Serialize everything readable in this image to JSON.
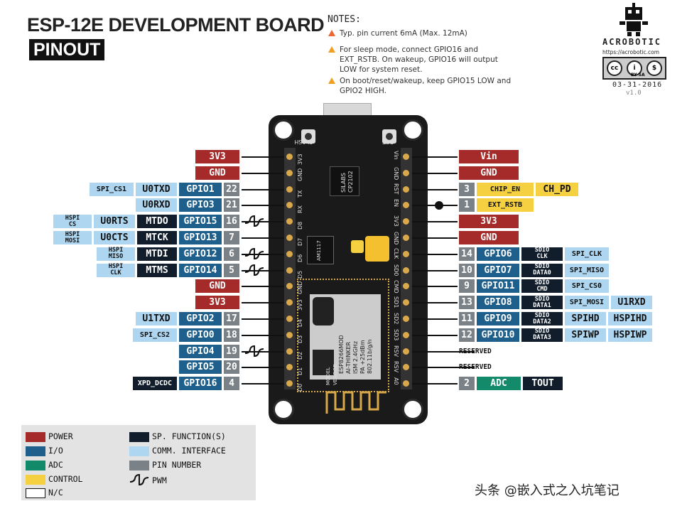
{
  "header": {
    "title": "ESP-12E DEVELOPMENT BOARD",
    "subtitle": "PINOUT"
  },
  "notes": {
    "title": "NOTES:",
    "items": [
      "Typ. pin current 6mA (Max. 12mA)",
      "For sleep mode, connect GPIO16 and EXT_RSTB. On wakeup, GPIO16 will output LOW for system reset.",
      "On boot/reset/wakeup, keep GPIO15 LOW and GPIO2 HIGH."
    ]
  },
  "logo": {
    "name": "ACROBOTIC",
    "url": "https://acrobotic.com",
    "cc": [
      "cc",
      "i",
      "$"
    ],
    "cc_caption": "BY  SA",
    "date": "03-31-2016",
    "version": "v1.0"
  },
  "board": {
    "buttons": [
      "FLASH",
      "RST"
    ],
    "usb_chip": [
      "SILABS",
      "CP2102"
    ],
    "regulator": "AM1117",
    "module": [
      "ESP8266MOD",
      "AI-THINKER",
      "ISM 2.4GHz",
      "PA +25dBm",
      "802.11b/g/n"
    ],
    "module_side": [
      "MODEL",
      "VENDOR"
    ],
    "left_pins": [
      "3V3",
      "GND",
      "TX",
      "RX",
      "D8",
      "D7",
      "D6",
      "D5",
      "GND",
      "3V3",
      "D4",
      "D3",
      "D2",
      "D1",
      "D0"
    ],
    "right_pins": [
      "Vin",
      "GND",
      "RST",
      "EN",
      "3V3",
      "GND",
      "CLK",
      "SD0",
      "CMD",
      "SD1",
      "SD2",
      "SD3",
      "RSV",
      "RSV",
      "A0"
    ]
  },
  "left_rows": [
    {
      "cells": [
        {
          "t": "3V3",
          "c": "red"
        }
      ]
    },
    {
      "cells": [
        {
          "t": "GND",
          "c": "red"
        }
      ]
    },
    {
      "cells": [
        {
          "t": "SPI_CS1",
          "c": "lblue"
        },
        {
          "t": "U0TXD",
          "c": "lblue"
        },
        {
          "t": "GPIO1",
          "c": "blue"
        },
        {
          "t": "22",
          "c": "grey"
        }
      ]
    },
    {
      "cells": [
        {
          "t": "U0RXD",
          "c": "lblue"
        },
        {
          "t": "GPIO3",
          "c": "blue"
        },
        {
          "t": "21",
          "c": "grey"
        }
      ]
    },
    {
      "cells": [
        {
          "t": "HSPI CS",
          "c": "lblue"
        },
        {
          "t": "U0RTS",
          "c": "lblue"
        },
        {
          "t": "MTDO",
          "c": "navy"
        },
        {
          "t": "GPIO15",
          "c": "blue"
        },
        {
          "t": "16",
          "c": "grey"
        }
      ],
      "pwm": true
    },
    {
      "cells": [
        {
          "t": "HSPI MOSI",
          "c": "lblue"
        },
        {
          "t": "U0CTS",
          "c": "lblue"
        },
        {
          "t": "MTCK",
          "c": "navy"
        },
        {
          "t": "GPIO13",
          "c": "blue"
        },
        {
          "t": "7",
          "c": "grey"
        }
      ]
    },
    {
      "cells": [
        {
          "t": "HSPI MISO",
          "c": "lblue"
        },
        {
          "t": "MTDI",
          "c": "navy"
        },
        {
          "t": "GPIO12",
          "c": "blue"
        },
        {
          "t": "6",
          "c": "grey"
        }
      ],
      "pwm": true
    },
    {
      "cells": [
        {
          "t": "HSPI CLK",
          "c": "lblue"
        },
        {
          "t": "MTMS",
          "c": "navy"
        },
        {
          "t": "GPIO14",
          "c": "blue"
        },
        {
          "t": "5",
          "c": "grey"
        }
      ],
      "pwm": true
    },
    {
      "cells": [
        {
          "t": "GND",
          "c": "red"
        }
      ]
    },
    {
      "cells": [
        {
          "t": "3V3",
          "c": "red"
        }
      ]
    },
    {
      "cells": [
        {
          "t": "U1TXD",
          "c": "lblue"
        },
        {
          "t": "GPIO2",
          "c": "blue"
        },
        {
          "t": "17",
          "c": "grey"
        }
      ]
    },
    {
      "cells": [
        {
          "t": "SPI_CS2",
          "c": "lblue"
        },
        {
          "t": "GPIO0",
          "c": "blue"
        },
        {
          "t": "18",
          "c": "grey"
        }
      ]
    },
    {
      "cells": [
        {
          "t": "GPIO4",
          "c": "blue"
        },
        {
          "t": "19",
          "c": "grey"
        }
      ],
      "pwm": true
    },
    {
      "cells": [
        {
          "t": "GPIO5",
          "c": "blue"
        },
        {
          "t": "20",
          "c": "grey"
        }
      ]
    },
    {
      "cells": [
        {
          "t": "XPD_DCDC",
          "c": "navy"
        },
        {
          "t": "GPIO16",
          "c": "blue"
        },
        {
          "t": "4",
          "c": "grey"
        }
      ]
    }
  ],
  "right_rows": [
    {
      "cells": [
        {
          "t": "Vin",
          "c": "red"
        }
      ]
    },
    {
      "cells": [
        {
          "t": "GND",
          "c": "red"
        }
      ]
    },
    {
      "cells": [
        {
          "t": "3",
          "c": "grey"
        },
        {
          "t": "CHIP_EN",
          "c": "yellow"
        },
        {
          "t": "CH_PD",
          "c": "yellow"
        }
      ]
    },
    {
      "cells": [
        {
          "t": "1",
          "c": "grey"
        },
        {
          "t": "EXT_RSTB",
          "c": "yellow"
        }
      ],
      "dot": true
    },
    {
      "cells": [
        {
          "t": "3V3",
          "c": "red"
        }
      ]
    },
    {
      "cells": [
        {
          "t": "GND",
          "c": "red"
        }
      ]
    },
    {
      "cells": [
        {
          "t": "14",
          "c": "grey"
        },
        {
          "t": "GPIO6",
          "c": "blue"
        },
        {
          "t": "SDIO CLK",
          "c": "navy"
        },
        {
          "t": "SPI_CLK",
          "c": "lblue"
        }
      ]
    },
    {
      "cells": [
        {
          "t": "10",
          "c": "grey"
        },
        {
          "t": "GPIO7",
          "c": "blue"
        },
        {
          "t": "SDIO DATA0",
          "c": "navy"
        },
        {
          "t": "SPI_MISO",
          "c": "lblue"
        }
      ]
    },
    {
      "cells": [
        {
          "t": "9",
          "c": "grey"
        },
        {
          "t": "GPIO11",
          "c": "blue"
        },
        {
          "t": "SDIO CMD",
          "c": "navy"
        },
        {
          "t": "SPI_CS0",
          "c": "lblue"
        }
      ]
    },
    {
      "cells": [
        {
          "t": "13",
          "c": "grey"
        },
        {
          "t": "GPIO8",
          "c": "blue"
        },
        {
          "t": "SDIO DATA1",
          "c": "navy"
        },
        {
          "t": "SPI_MOSI",
          "c": "lblue"
        },
        {
          "t": "U1RXD",
          "c": "lblue"
        }
      ]
    },
    {
      "cells": [
        {
          "t": "11",
          "c": "grey"
        },
        {
          "t": "GPIO9",
          "c": "blue"
        },
        {
          "t": "SDIO DATA2",
          "c": "navy"
        },
        {
          "t": "SPIHD",
          "c": "lblue"
        },
        {
          "t": "HSPIHD",
          "c": "lblue"
        }
      ]
    },
    {
      "cells": [
        {
          "t": "12",
          "c": "grey"
        },
        {
          "t": "GPIO10",
          "c": "blue"
        },
        {
          "t": "SDIO DATA3",
          "c": "navy"
        },
        {
          "t": "SPIWP",
          "c": "lblue"
        },
        {
          "t": "HSPIWP",
          "c": "lblue"
        }
      ]
    },
    {
      "cells": [
        {
          "t": "RESERVED",
          "c": "plain"
        }
      ]
    },
    {
      "cells": [
        {
          "t": "RESERVED",
          "c": "plain"
        }
      ]
    },
    {
      "cells": [
        {
          "t": "2",
          "c": "grey"
        },
        {
          "t": "ADC",
          "c": "green"
        },
        {
          "t": "TOUT",
          "c": "navy"
        }
      ]
    }
  ],
  "legend": {
    "items": [
      {
        "label": "POWER",
        "color": "#a52a2a"
      },
      {
        "label": "I/O",
        "color": "#1f5f8b"
      },
      {
        "label": "ADC",
        "color": "#138a6a"
      },
      {
        "label": "CONTROL",
        "color": "#f5d142"
      },
      {
        "label": "N/C",
        "color": "#ffffff"
      },
      {
        "label": "SP. FUNCTION(S)",
        "color": "#111d2b"
      },
      {
        "label": "COMM. INTERFACE",
        "color": "#aed6f1"
      },
      {
        "label": "PIN NUMBER",
        "color": "#7a8288"
      },
      {
        "label": "PWM",
        "color": "#111111"
      }
    ]
  },
  "watermark": "头条 @嵌入式之入坑笔记"
}
